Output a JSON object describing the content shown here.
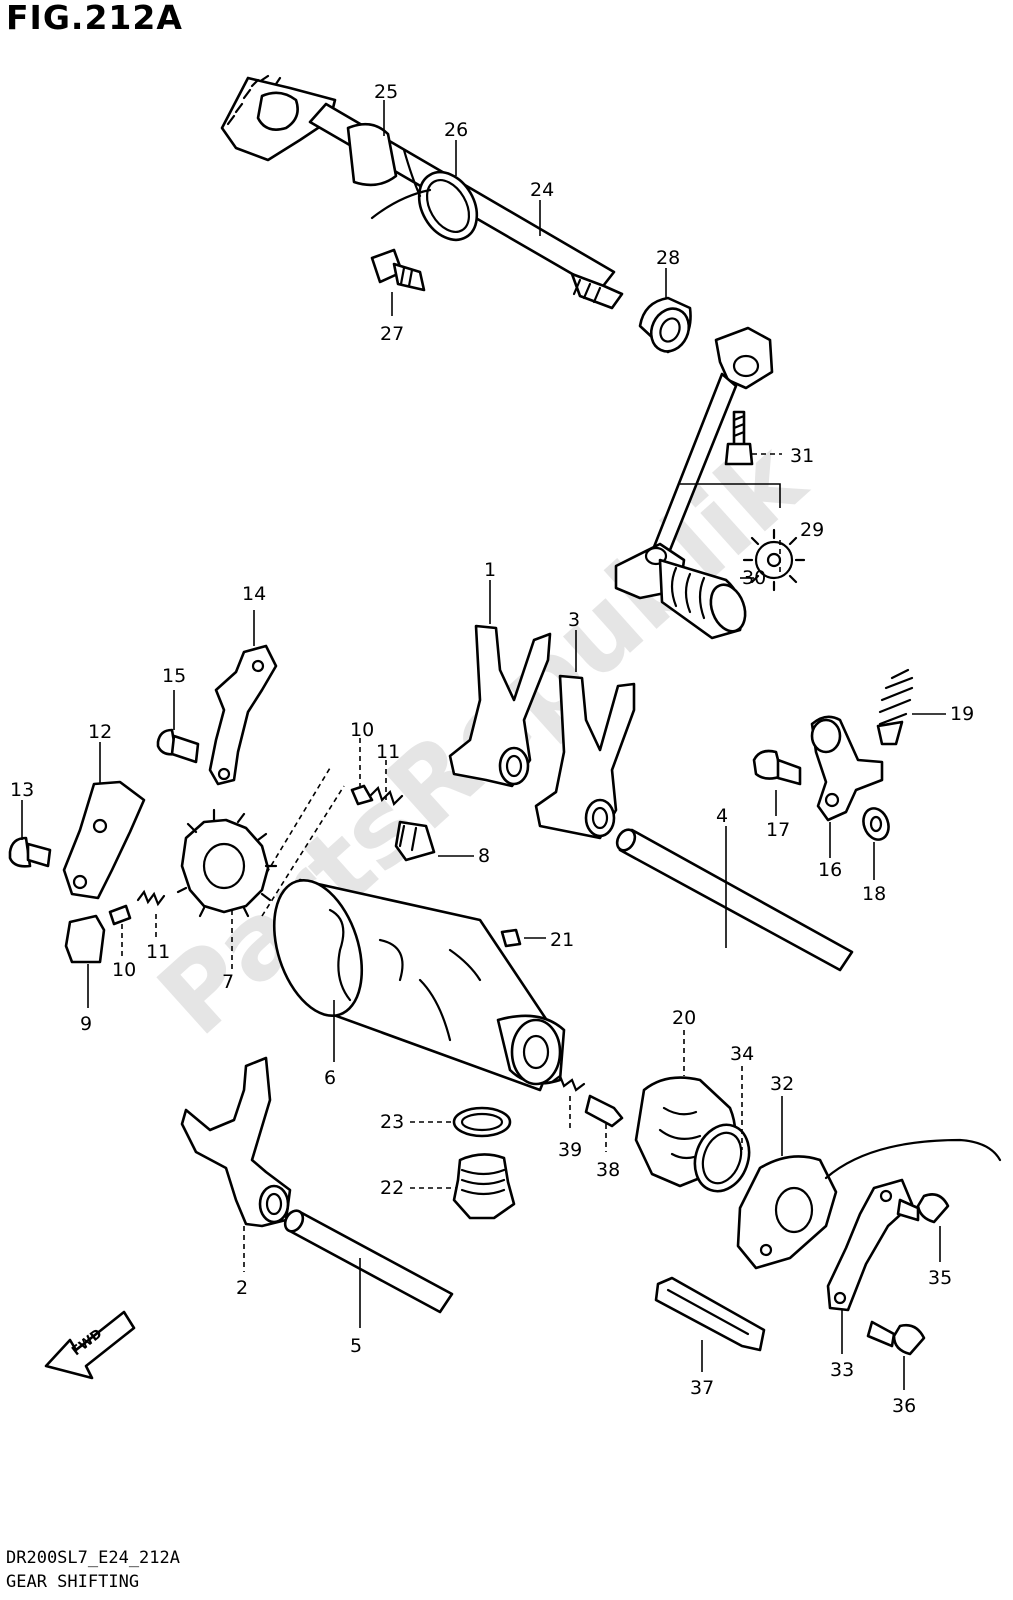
{
  "figure": {
    "title": "FIG.212A",
    "model_code": "DR200SL7_E24_212A",
    "caption": "GEAR SHIFTING",
    "watermark": "PartsRepublik",
    "fwd_label": "FWD"
  },
  "callouts": [
    "1",
    "2",
    "3",
    "4",
    "5",
    "6",
    "7",
    "8",
    "9",
    "10",
    "10",
    "11",
    "11",
    "12",
    "13",
    "14",
    "15",
    "16",
    "17",
    "18",
    "19",
    "20",
    "21",
    "22",
    "23",
    "24",
    "25",
    "26",
    "27",
    "28",
    "29",
    "30",
    "31",
    "32",
    "33",
    "34",
    "35",
    "36",
    "37",
    "38",
    "39"
  ],
  "colors": {
    "line": "#000000",
    "background": "#ffffff",
    "watermark": "#d0d0d0"
  }
}
